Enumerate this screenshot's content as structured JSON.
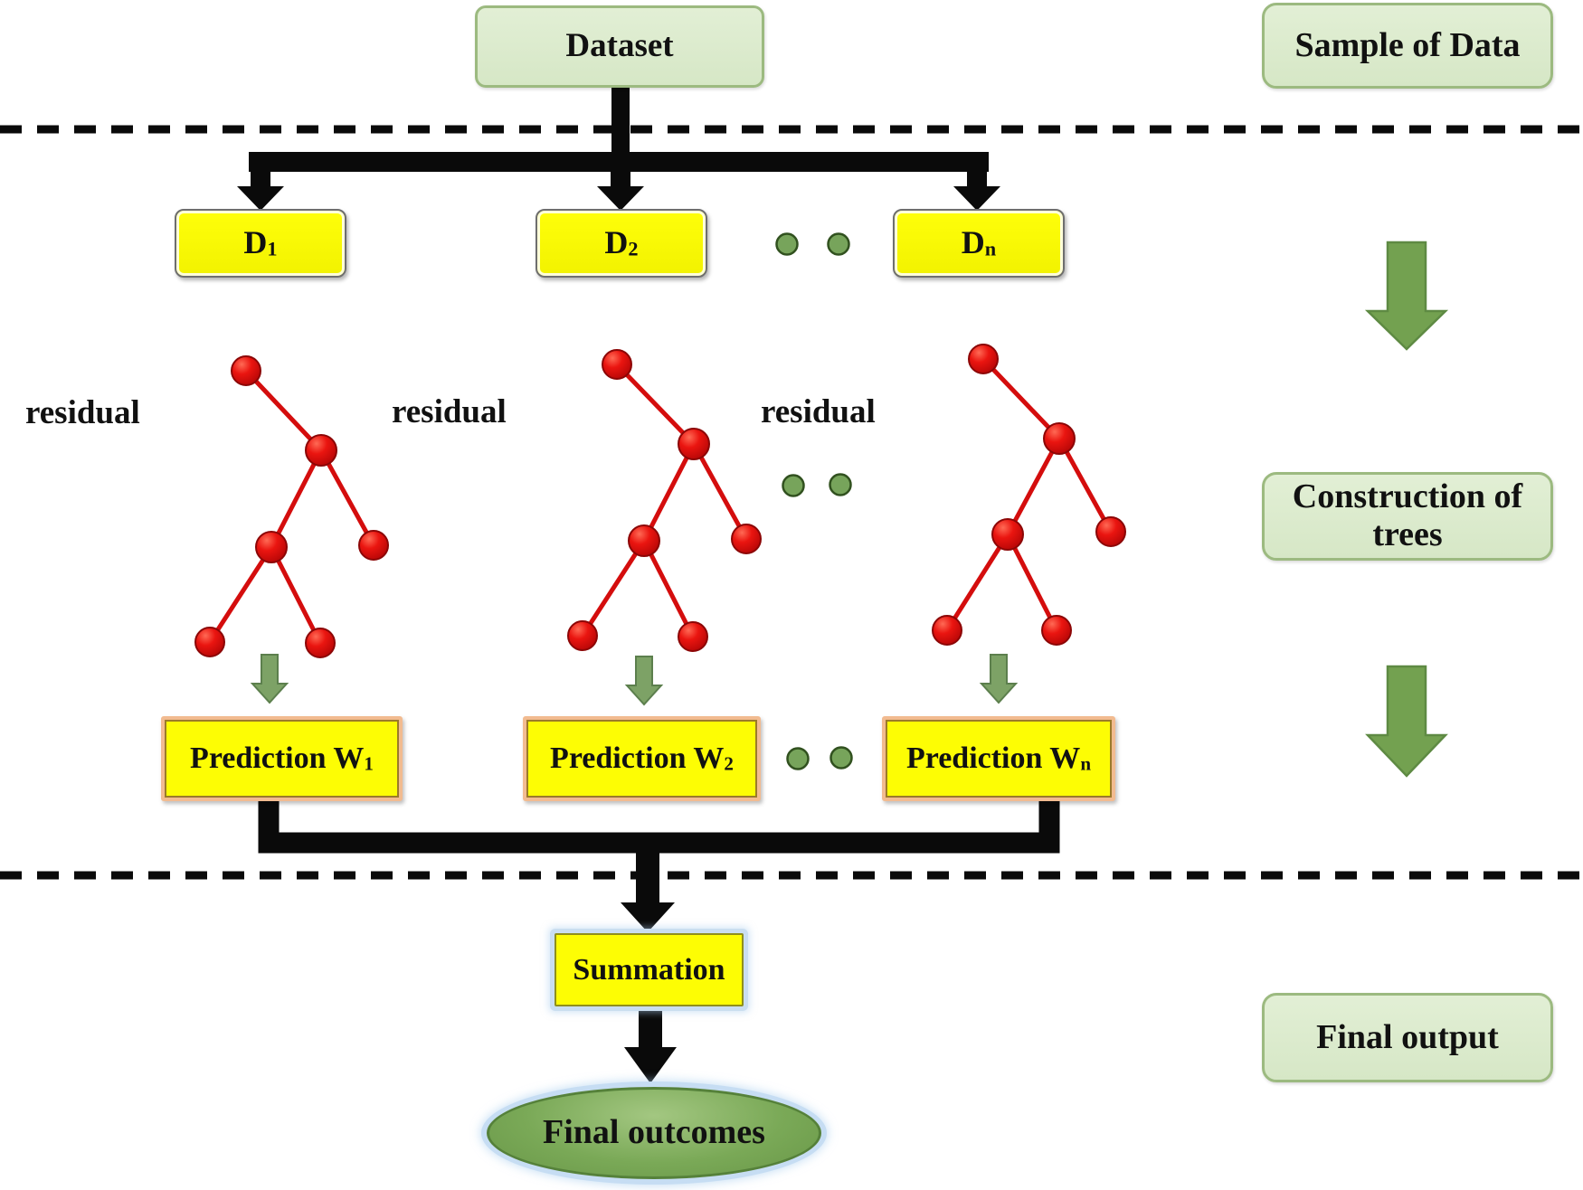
{
  "dataset_label": "Dataset",
  "right_panel": {
    "sample_label": "Sample of Data",
    "construction_line1": "Construction of",
    "construction_line2": "trees",
    "final_output_label": "Final output"
  },
  "d_boxes": [
    {
      "base": "D",
      "sub": "1"
    },
    {
      "base": "D",
      "sub": "2"
    },
    {
      "base": "D",
      "sub": "n"
    }
  ],
  "residuals": [
    "residual",
    "residual",
    "residual"
  ],
  "predictions": [
    {
      "base": "Prediction W",
      "sub": "1"
    },
    {
      "base": "Prediction W",
      "sub": "2"
    },
    {
      "base": "Prediction W",
      "sub": "n"
    }
  ],
  "summation_label": "Summation",
  "final_outcomes_label": "Final outcomes",
  "colors": {
    "yellow": "#fdfd04",
    "light_green_box": "#dcebcf",
    "tree_red": "#e10f0f",
    "olive_green": "#77a45b",
    "flow_black": "#0a0a0a",
    "glow_blue": "#cadef0",
    "pred_border_peach": "#f2bb90"
  }
}
